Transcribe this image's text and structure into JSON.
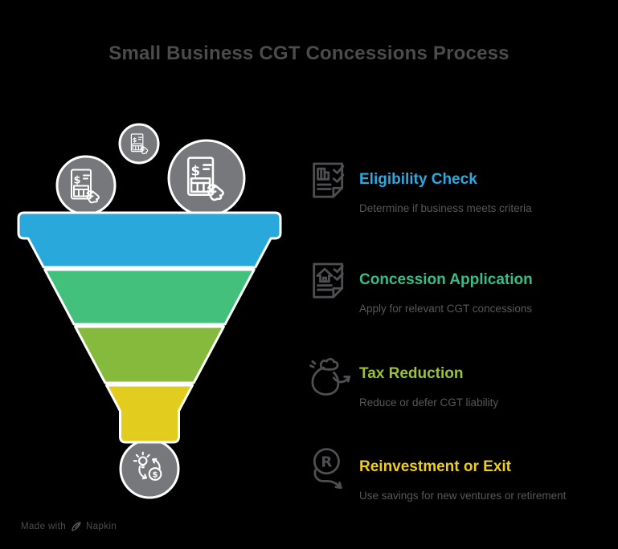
{
  "page": {
    "background": "#000000"
  },
  "header": {
    "title": "Small Business CGT Concessions Process",
    "color": "#4A4B4D"
  },
  "funnel": {
    "bubble_color": "#77787B",
    "outline_color": "#FFFFFF",
    "bubble_icons": [
      "invoice-hand-icon",
      "invoice-hand-icon",
      "invoice-hand-icon"
    ],
    "outlet_icon": "idea-to-money-icon",
    "stages": [
      {
        "name": "stage-eligibility",
        "color": "#29A8DB"
      },
      {
        "name": "stage-application",
        "color": "#42C07C"
      },
      {
        "name": "stage-reduction",
        "color": "#86BA3D"
      },
      {
        "name": "stage-reinvestment",
        "color": "#E2CC1E"
      }
    ]
  },
  "steps": [
    {
      "title": "Eligibility Check",
      "description": "Determine if business meets criteria",
      "color": "#29ABE2",
      "icon": "document-check-icon"
    },
    {
      "title": "Concession Application",
      "description": "Apply for relevant CGT concessions",
      "color": "#35BE8B",
      "icon": "document-house-check-icon"
    },
    {
      "title": "Tax Reduction",
      "description": "Reduce or defer CGT liability",
      "color": "#9CC32E",
      "icon": "money-bag-arrow-icon"
    },
    {
      "title": "Reinvestment or Exit",
      "description": "Use savings for new ventures or retirement",
      "color": "#EDCE1B",
      "icon": "r-exit-arrow-icon"
    }
  ],
  "description_color": "#57585B",
  "watermark": {
    "text_prefix": "Made with",
    "brand": "Napkin"
  }
}
